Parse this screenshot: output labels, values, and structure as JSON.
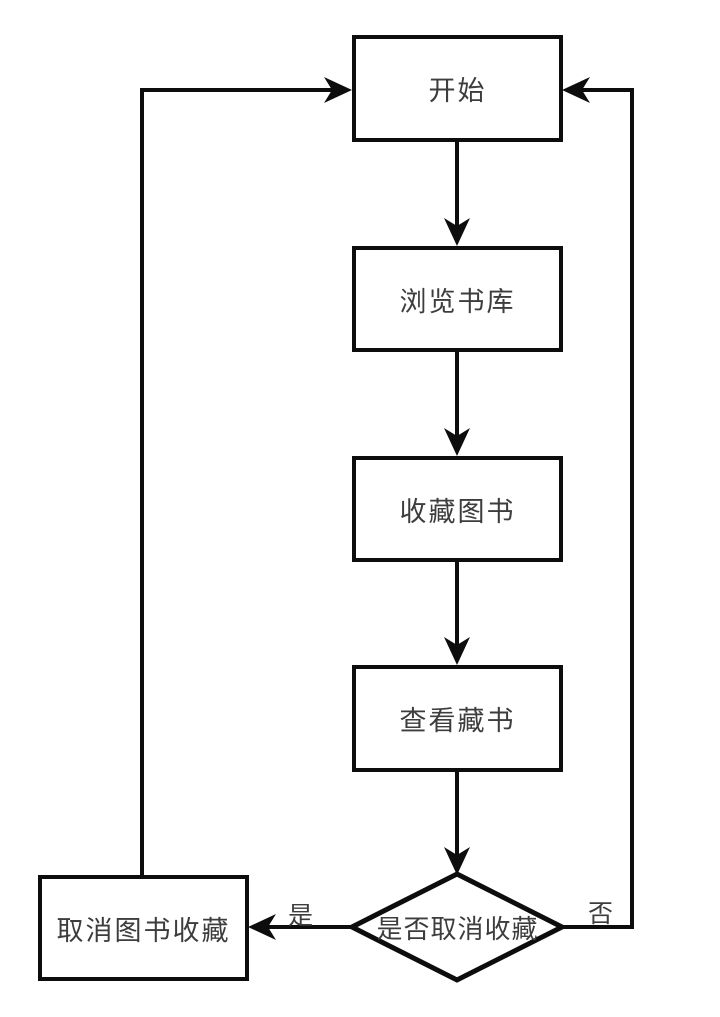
{
  "diagram": {
    "type": "flowchart",
    "background_color": "#ffffff",
    "line_color": "#0d0d0d",
    "text_color": "#3d3d3d",
    "nodes": [
      {
        "id": "start",
        "shape": "rect",
        "label": "开始"
      },
      {
        "id": "browse",
        "shape": "rect",
        "label": "浏览书库"
      },
      {
        "id": "collect",
        "shape": "rect",
        "label": "收藏图书"
      },
      {
        "id": "view",
        "shape": "rect",
        "label": "查看藏书"
      },
      {
        "id": "decision",
        "shape": "diamond",
        "label": "是否取消收藏"
      },
      {
        "id": "cancel",
        "shape": "rect",
        "label": "取消图书收藏"
      }
    ],
    "edges": [
      {
        "from": "start",
        "to": "browse",
        "label": ""
      },
      {
        "from": "browse",
        "to": "collect",
        "label": ""
      },
      {
        "from": "collect",
        "to": "view",
        "label": ""
      },
      {
        "from": "view",
        "to": "decision",
        "label": ""
      },
      {
        "from": "decision",
        "to": "cancel",
        "label": "是"
      },
      {
        "from": "decision",
        "to": "start",
        "label": "否"
      },
      {
        "from": "cancel",
        "to": "start",
        "label": ""
      }
    ]
  }
}
